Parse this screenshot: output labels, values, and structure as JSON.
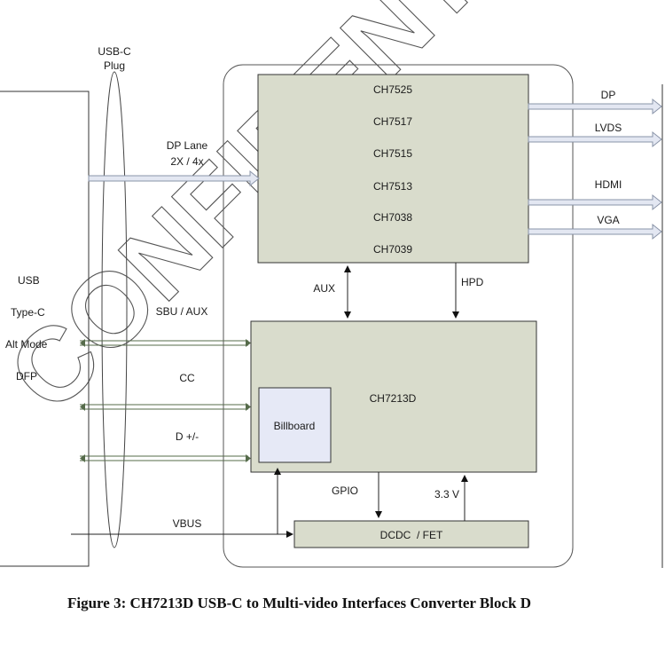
{
  "diagram": {
    "plug_label": [
      "USB-C",
      "Plug"
    ],
    "host_label": [
      "USB",
      "Type-C",
      "Alt Mode",
      "DFP"
    ],
    "converter_chips": [
      "CH7525",
      "CH7517",
      "CH7515",
      "CH7513",
      "CH7038",
      "CH7039"
    ],
    "controller_chip": "CH7213D",
    "billboard": "Billboard",
    "power_block": "DCDC  / FET",
    "signals": {
      "dp_lane": [
        "DP Lane",
        "2X / 4x"
      ],
      "sbu_aux": "SBU / AUX",
      "cc": "CC",
      "d_pm": "D +/-",
      "vbus": "VBUS",
      "aux": "AUX",
      "hpd": "HPD",
      "gpio": "GPIO",
      "v33": "3.3 V"
    },
    "outputs": [
      "DP",
      "LVDS",
      "HDMI",
      "VGA"
    ],
    "watermark": "CONFIDENTIAL",
    "colors": {
      "chip_fill": "#d9dccc",
      "billboard_fill": "#e6e9f6",
      "arrow_fill": "#e3e7f2",
      "arrow_stroke": "#8a94a8",
      "line": "#222222"
    }
  },
  "caption": "Figure 3: CH7213D USB-C to Multi-video Interfaces Converter Block D"
}
